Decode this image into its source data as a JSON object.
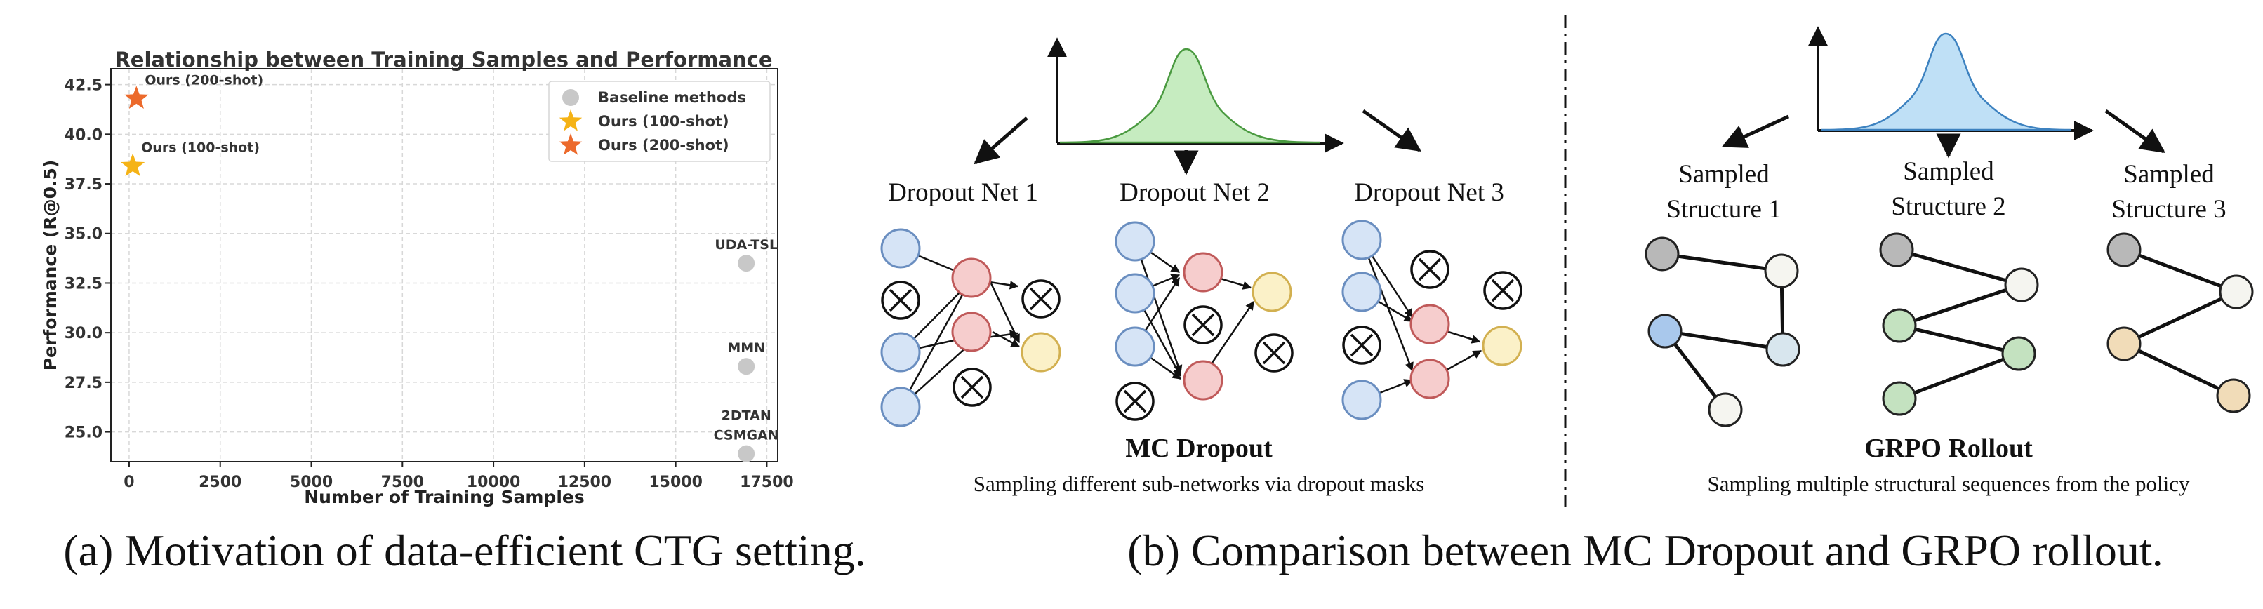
{
  "chart_data": {
    "type": "scatter",
    "title": "Relationship between Training Samples and Performance",
    "xlabel": "Number of Training Samples",
    "ylabel": "Performance (R@0.5)",
    "xlim": [
      -500,
      17800
    ],
    "ylim": [
      23.5,
      43.3
    ],
    "xticks": [
      0,
      2500,
      5000,
      7500,
      10000,
      12500,
      15000,
      17500
    ],
    "yticks": [
      25.0,
      27.5,
      30.0,
      32.5,
      35.0,
      37.5,
      40.0,
      42.5
    ],
    "xtick_labels": [
      "0",
      "2500",
      "5000",
      "7500",
      "10000",
      "12500",
      "15000",
      "17500"
    ],
    "ytick_labels": [
      "25.0",
      "27.5",
      "30.0",
      "32.5",
      "35.0",
      "37.5",
      "40.0",
      "42.5"
    ],
    "grid": true,
    "legend_position": "top-right",
    "series": [
      {
        "name": "Baseline methods",
        "marker": "circle",
        "color": "#c8c8c8",
        "points": [
          {
            "x": 16937,
            "y": 33.5,
            "label": "UDA-TSL"
          },
          {
            "x": 16937,
            "y": 28.3,
            "label": "MMN"
          },
          {
            "x": 16937,
            "y": 23.9,
            "label": "2DTAN\nCSMGAN"
          }
        ]
      },
      {
        "name": "Ours (100-shot)",
        "marker": "star",
        "color": "#f5b316",
        "points": [
          {
            "x": 100,
            "y": 38.4,
            "label": "Ours (100-shot)"
          }
        ]
      },
      {
        "name": "Ours (200-shot)",
        "marker": "star",
        "color": "#ec6a2c",
        "points": [
          {
            "x": 200,
            "y": 41.8,
            "label": "Ours (200-shot)"
          }
        ]
      }
    ]
  },
  "panel_b": {
    "mc": {
      "nets": [
        "Dropout Net 1",
        "Dropout Net 2",
        "Dropout Net 3"
      ],
      "title": "MC Dropout",
      "subtitle": "Sampling different sub-networks via dropout masks",
      "curve_color": "#c6ecc0",
      "curve_stroke": "#4a9a40"
    },
    "grpo": {
      "structures": [
        [
          "Sampled",
          "Structure 1"
        ],
        [
          "Sampled",
          "Structure 2"
        ],
        [
          "Sampled",
          "Structure 3"
        ]
      ],
      "title": "GRPO Rollout",
      "subtitle": "Sampling multiple structural sequences from the policy",
      "curve_color": "#bfe0f6",
      "curve_stroke": "#3d82c0"
    }
  },
  "colors": {
    "input_node": "#d6e4f6",
    "input_stroke": "#6a8ec0",
    "hidden_node": "#f6cdcd",
    "hidden_stroke": "#c05a5a",
    "output_node": "#fbf1c8",
    "output_stroke": "#d2b050"
  },
  "captions": {
    "a": "(a) Motivation of data-efficient CTG setting.",
    "b": "(b) Comparison between MC Dropout and GRPO rollout."
  }
}
